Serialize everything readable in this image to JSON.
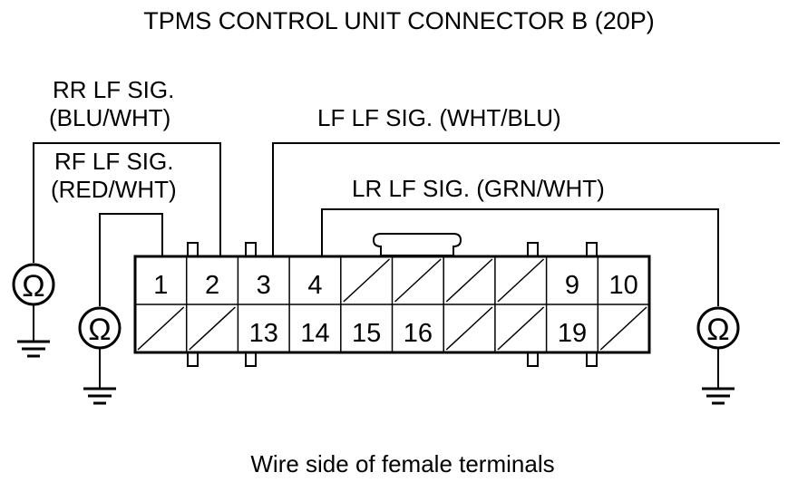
{
  "title": "TPMS CONTROL UNIT CONNECTOR B (20P)",
  "caption": "Wire side of female terminals",
  "wires": [
    {
      "name_line1": "RR LF SIG.",
      "name_line2": "(BLU/WHT)",
      "pin": 2
    },
    {
      "name_line1": "RF LF SIG.",
      "name_line2": "(RED/WHT)",
      "pin": 1
    },
    {
      "name": "LF LF SIG. (WHT/BLU)",
      "pin": 3
    },
    {
      "name": "LR LF SIG. (GRN/WHT)",
      "pin": 4
    }
  ],
  "meter_symbol": "Ω",
  "connector": {
    "top_row": [
      "1",
      "2",
      "3",
      "4",
      "",
      "",
      "",
      "",
      "9",
      "10"
    ],
    "bottom_row": [
      "",
      "",
      "13",
      "14",
      "15",
      "16",
      "",
      "",
      "19",
      ""
    ]
  }
}
